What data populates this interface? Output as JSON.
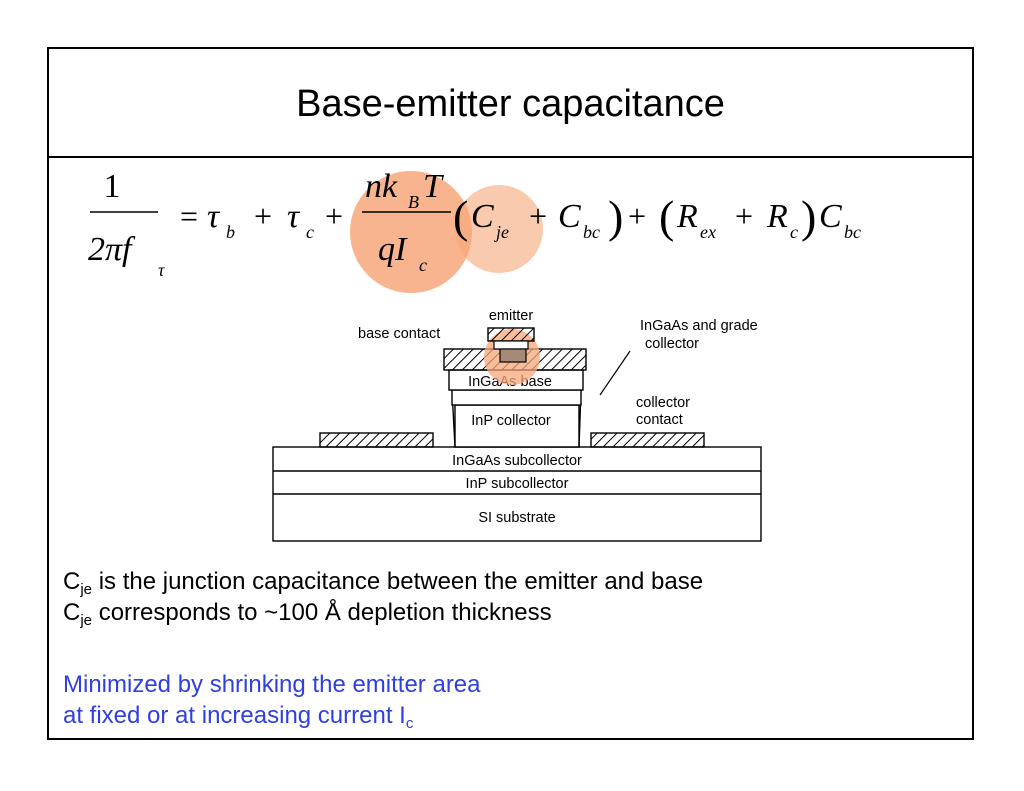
{
  "title": "Base-emitter capacitance",
  "equation": {
    "lhs_numerator": "1",
    "lhs_denominator": "2πf",
    "lhs_sub": "τ",
    "equals": "=",
    "tau": "τ",
    "tau_b_sub": "b",
    "tau_c_sub": "c",
    "plus": "+",
    "frac_num": "nk",
    "frac_num_sub": "B",
    "frac_num_T": "T",
    "frac_den": "qI",
    "frac_den_sub": "c",
    "C": "C",
    "R": "R",
    "je_sub": "je",
    "bc_sub": "bc",
    "ex_sub": "ex",
    "c_sub": "c",
    "open_paren": "(",
    "close_paren": ")"
  },
  "diagram": {
    "emitter": "emitter",
    "base_contact": "base contact",
    "ingaas_grade_1": "InGaAs and grade",
    "ingaas_grade_2": "collector",
    "ingaas_base": "InGaAs base",
    "inp_collector": "InP collector",
    "collector_contact_1": "collector",
    "collector_contact_2": "contact",
    "ingaas_subcollector": "InGaAs subcollector",
    "inp_subcollector": "InP subcollector",
    "si_substrate": "SI substrate"
  },
  "body": {
    "line1_C": "C",
    "line1_sub": "je",
    "line1_rest": " is the junction capacitance between the emitter and base",
    "line2_C": "C",
    "line2_sub": "je",
    "line2_rest": " corresponds to ~100 Å depletion thickness",
    "blue1": "Minimized by shrinking the emitter area",
    "blue2_main": "at fixed or  at increasing current I",
    "blue2_sub": "c"
  },
  "colors": {
    "highlight": "#f6a77a",
    "blue_text": "#2f3fe0",
    "fill_brown": "#a78a75"
  }
}
